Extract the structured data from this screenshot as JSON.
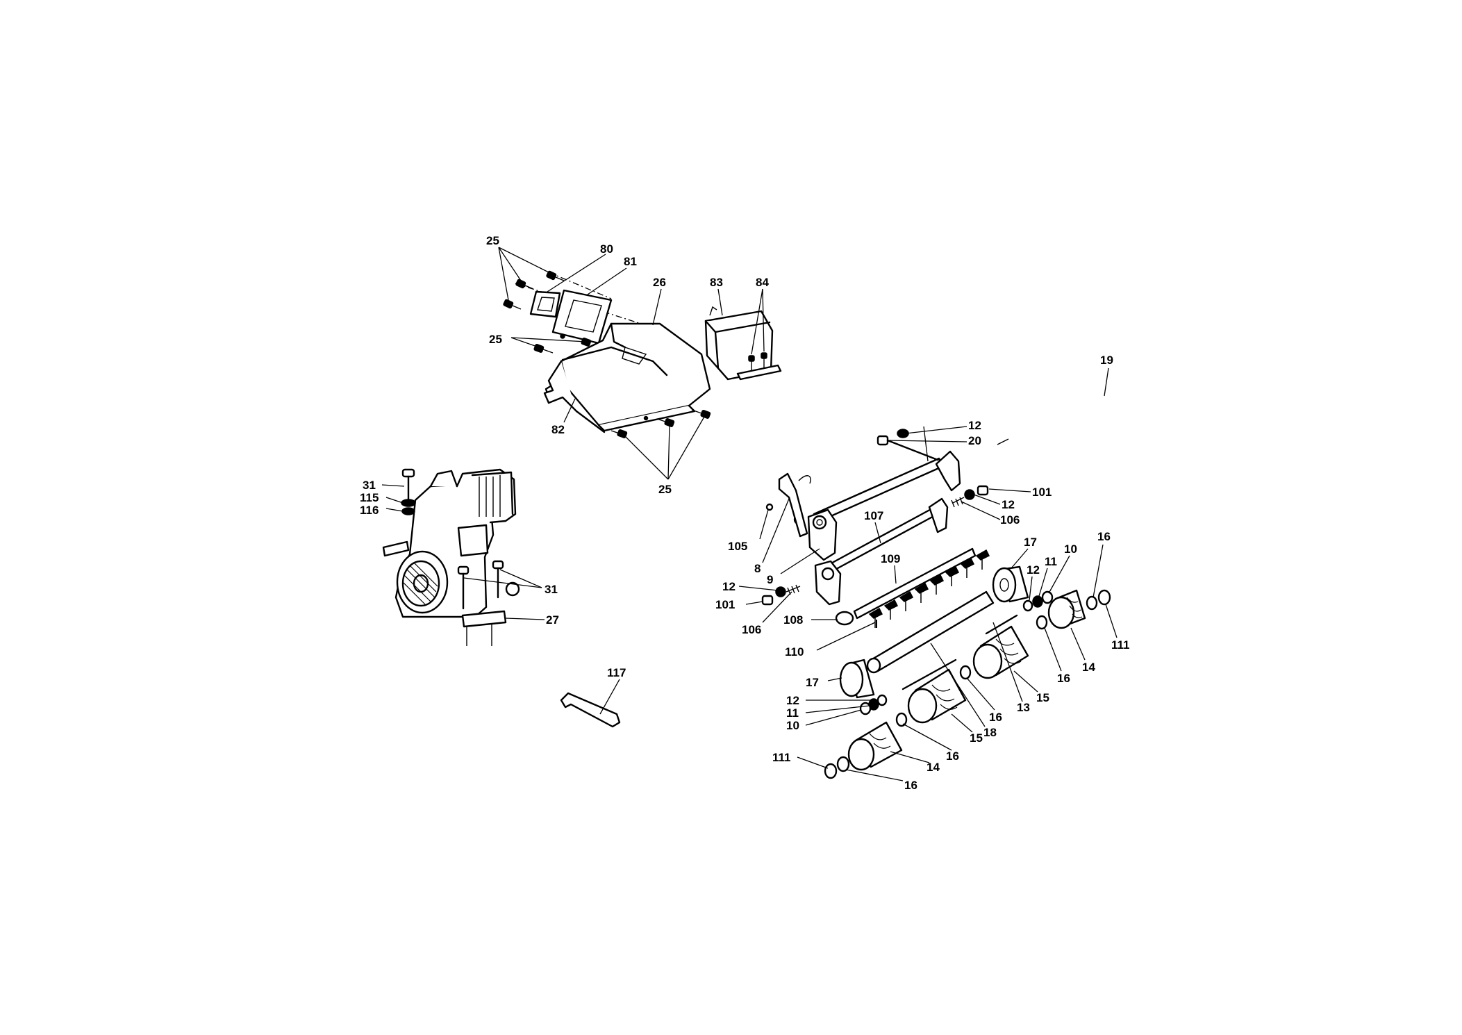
{
  "callouts": {
    "c25_a": "25",
    "c80": "80",
    "c81": "81",
    "c26": "26",
    "c83": "83",
    "c84": "84",
    "c25_b": "25",
    "c82": "82",
    "c25_c": "25",
    "c19": "19",
    "c12_a": "12",
    "c20": "20",
    "c101_a": "101",
    "c12_b": "12",
    "c106_a": "106",
    "c107": "107",
    "c105": "105",
    "c8": "8",
    "c9": "9",
    "c109": "109",
    "c17_a": "17",
    "c10_a": "10",
    "c16_a": "16",
    "c12_c": "12",
    "c11_a": "11",
    "c111_a": "111",
    "c12_d": "12",
    "c101_b": "101",
    "c106_b": "106",
    "c108": "108",
    "c110": "110",
    "c14_a": "14",
    "c16_b": "16",
    "c15_a": "15",
    "c13": "13",
    "c16_c": "16",
    "c17_b": "17",
    "c12_e": "12",
    "c11_b": "11",
    "c10_b": "10",
    "c18": "18",
    "c15_b": "15",
    "c16_d": "16",
    "c14_b": "14",
    "c111_b": "111",
    "c16_e": "16",
    "c31_a": "31",
    "c115": "115",
    "c116": "116",
    "c31_b": "31",
    "c27": "27",
    "c117": "117"
  }
}
